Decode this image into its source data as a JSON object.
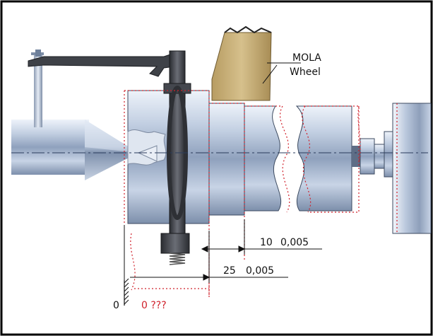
{
  "wheel_label": {
    "line1": "MOLA",
    "line2": "Wheel"
  },
  "dimensions": {
    "dim_10": {
      "value": "10",
      "tol": "0,005"
    },
    "dim_25": {
      "value": "25",
      "tol": "0,005"
    },
    "datum_black": "0",
    "datum_red": "0 ???"
  },
  "colors": {
    "frame": "#000000",
    "steel_light": "#dfe7f3",
    "steel_mid": "#a9b9d1",
    "steel_dark": "#6e809b",
    "wheel": "#c9b27e",
    "wheel_dark": "#9b8556",
    "gauge": "#3e4046",
    "accent_red": "#d0202a"
  }
}
